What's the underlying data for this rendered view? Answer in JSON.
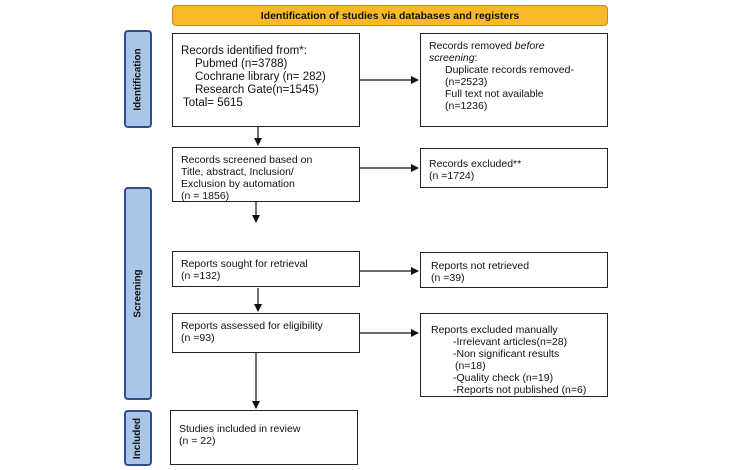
{
  "header": "Identification of studies via databases and registers",
  "phases": {
    "identification": "Identification",
    "screening": "Screening",
    "included": "Included"
  },
  "identified": {
    "title": "Records identified from*:",
    "pubmed": "Pubmed (n=3788)",
    "cochrane": "Cochrane library (n= 282)",
    "research_gate": "Research Gate(n=1545)",
    "total": "Total= 5615"
  },
  "removed": {
    "line1_prefix": "Records removed ",
    "line1_em": "before",
    "line2_em": "screening",
    "line2_suffix": ":",
    "duplicates": "Duplicate records removed-",
    "duplicates_n": "(n=2523)",
    "fulltext": "Full text not available",
    "fulltext_n": "(n=1236)"
  },
  "screened": {
    "line1": "Records screened based on",
    "line2": "Title, abstract, Inclusion/",
    "line3": "Exclusion by automation",
    "n": "(n = 1856)"
  },
  "excluded": {
    "label": "Records excluded**",
    "n": "(n =1724)"
  },
  "sought": {
    "label": "Reports sought for retrieval",
    "n": "(n =132)"
  },
  "not_retrieved": {
    "label": "Reports not retrieved",
    "n": "(n =39)"
  },
  "assessed": {
    "label": "Reports assessed for eligibility",
    "n": "(n =93)"
  },
  "manual_excluded": {
    "label": "Reports excluded manually",
    "items": [
      "-Irrelevant articles(n=28)",
      "-Non significant results",
      "(n=18)",
      "-Quality check (n=19)",
      "-Reports not published (n=6)"
    ]
  },
  "included": {
    "label": "Studies included in review",
    "n": "(n = 22)"
  }
}
